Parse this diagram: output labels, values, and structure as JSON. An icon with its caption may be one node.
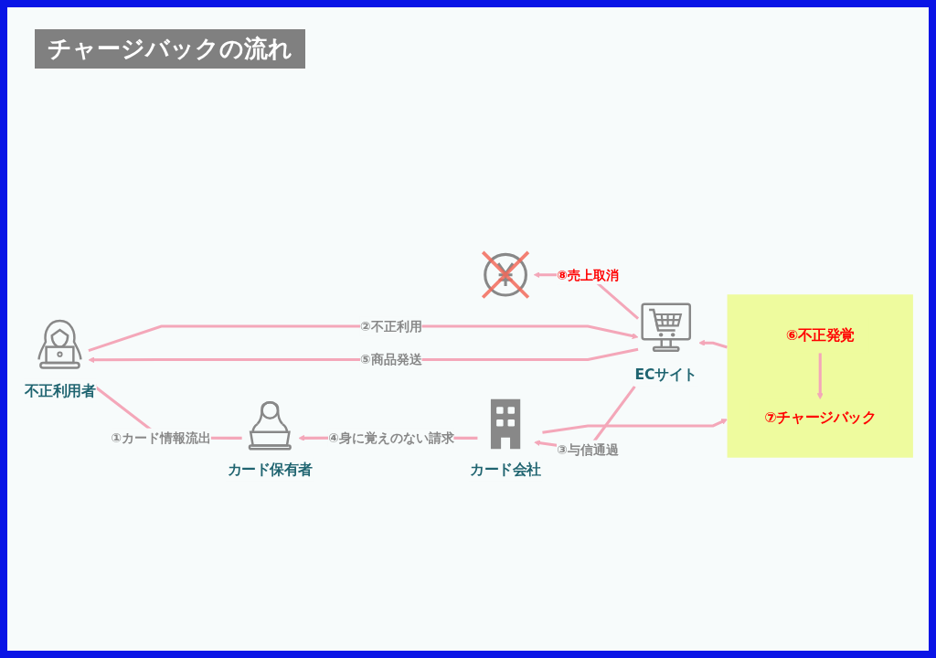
{
  "diagram": {
    "title": "チャージバックの流れ",
    "nodes": [
      {
        "text": [
          "不正利用者"
        ]
      },
      {
        "text": [
          "ECサイト"
        ]
      },
      {
        "text": [],
        "shape": "picture"
      },
      {
        "text": [],
        "shape": "box"
      },
      {
        "text": [
          "⑥不正発覚"
        ],
        "in": 3
      },
      {
        "text": [
          "⑦チャージバック"
        ],
        "in": 3
      },
      {
        "text": [
          "カード保有者"
        ]
      },
      {
        "text": [
          "カード会社"
        ]
      }
    ],
    "edges": [
      {
        "from": 6,
        "to": 0,
        "arrow": "to",
        "label": "①カード情報流出"
      },
      {
        "from": 0,
        "to": 1,
        "arrow": "to",
        "label": "②不正利用"
      },
      {
        "from": 1,
        "to": 7,
        "arrow": "to",
        "label": "③与信通過"
      },
      {
        "from": 7,
        "to": 6,
        "arrow": "to",
        "label": "④身に覚えのない請求"
      },
      {
        "from": 1,
        "to": 0,
        "arrow": "to",
        "label": "⑤商品発送"
      },
      {
        "from": 3,
        "to": 1,
        "arrow": "to"
      },
      {
        "from": 4,
        "to": 5,
        "arrow": "to"
      },
      {
        "from": 7,
        "to": 3,
        "arrow": "to"
      },
      {
        "from": 1,
        "to": 2,
        "arrow": "to",
        "label": "⑧売上取消"
      }
    ]
  }
}
